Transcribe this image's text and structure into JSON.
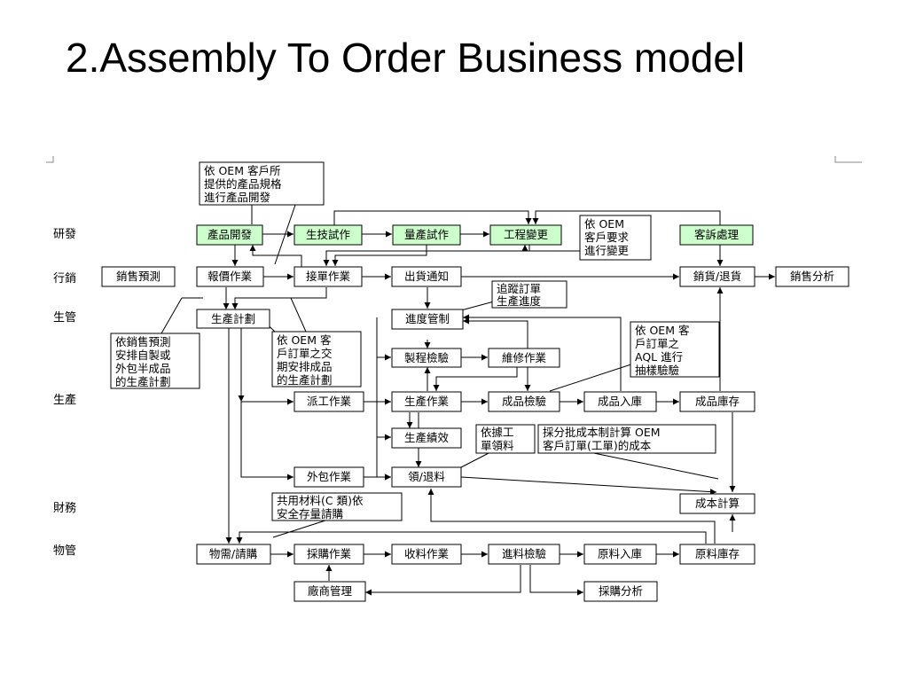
{
  "title": "2.Assembly To Order Business model",
  "lanes": {
    "rd": "研發",
    "marketing": "行銷",
    "production_control": "生管",
    "production": "生產",
    "finance": "財務",
    "materials": "物管"
  },
  "boxes": {
    "product_dev": "產品開發",
    "tech_trial": "生技試作",
    "mass_trial": "量產試作",
    "eng_change": "工程變更",
    "complaint": "客訴處理",
    "sales_forecast": "銷售預測",
    "quotation": "報價作業",
    "order_taking": "接單作業",
    "shipping_notice": "出貨通知",
    "sales_return": "銷貨/退貨",
    "sales_analysis": "銷售分析",
    "production_plan": "生產計劃",
    "progress_control": "進度管制",
    "process_inspection": "製程檢驗",
    "repair": "維修作業",
    "dispatch": "派工作業",
    "production_work": "生產作業",
    "product_inspection": "成品檢驗",
    "product_warehousing": "成品入庫",
    "product_inventory": "成品庫存",
    "production_performance": "生產績效",
    "outsourcing": "外包作業",
    "material_issue": "領/退料",
    "cost_calc": "成本計算",
    "mrp": "物需/請購",
    "purchasing": "採購作業",
    "receiving": "收料作業",
    "incoming_inspection": "進料檢驗",
    "raw_warehousing": "原料入庫",
    "raw_inventory": "原料庫存",
    "vendor_mgmt": "廠商管理",
    "purchase_analysis": "採購分析"
  },
  "notes": {
    "oem_spec": [
      "依 OEM 客戶所",
      "提供的產品規格",
      "進行產品開發"
    ],
    "oem_change": [
      "依 OEM",
      "客戶要求",
      "進行變更"
    ],
    "track_order": [
      "追蹤訂單",
      "生產進度"
    ],
    "forecast_plan": [
      "依銷售預測",
      "安排自製或",
      "外包半成品",
      "的生產計劃"
    ],
    "oem_order_plan": [
      "依 OEM 客",
      "戶訂單之交",
      "期安排成品",
      "的生產計劃"
    ],
    "oem_aql": [
      "依 OEM 客",
      "戶訂單之",
      "AQL 進行",
      "抽樣驗驗"
    ],
    "by_work_order": [
      "依據工",
      "單領料"
    ],
    "cost_alloc": [
      "採分批成本制計算 OEM",
      "客戶訂單(工單)的成本"
    ],
    "common_material": [
      "共用材料(C 類)依",
      "安全存量請購"
    ]
  }
}
